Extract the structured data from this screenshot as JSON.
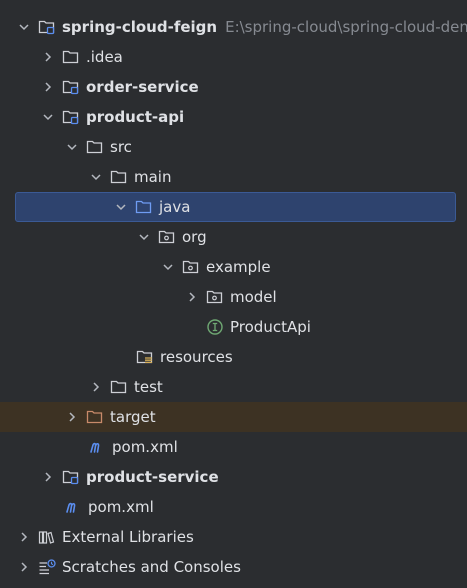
{
  "colors": {
    "background": "#2b2d30",
    "selection": "#2e436e",
    "excluded_row": "#3d3223",
    "text": "#dfe1e5",
    "secondary_text": "#868a91",
    "target_folder": "#c88a6a",
    "maven_icon": "#5b8ef0",
    "interface_icon": "#6fa873"
  },
  "tree": {
    "root": {
      "label": "spring-cloud-feign",
      "path": "E:\\spring-cloud\\spring-cloud-demo",
      "icon": "module-folder-icon"
    },
    "idea": {
      "label": ".idea",
      "icon": "folder-icon"
    },
    "order_service": {
      "label": "order-service",
      "icon": "module-folder-icon"
    },
    "product_api": {
      "label": "product-api",
      "icon": "module-folder-icon"
    },
    "src": {
      "label": "src",
      "icon": "folder-icon"
    },
    "main": {
      "label": "main",
      "icon": "folder-icon"
    },
    "java": {
      "label": "java",
      "icon": "source-folder-icon"
    },
    "org": {
      "label": "org",
      "icon": "package-icon"
    },
    "example": {
      "label": "example",
      "icon": "package-icon"
    },
    "model": {
      "label": "model",
      "icon": "package-icon"
    },
    "product_api_file": {
      "label": "ProductApi",
      "icon": "interface-icon"
    },
    "resources": {
      "label": "resources",
      "icon": "resources-folder-icon"
    },
    "test": {
      "label": "test",
      "icon": "folder-icon"
    },
    "target": {
      "label": "target",
      "icon": "excluded-folder-icon"
    },
    "pom_product_api": {
      "label": "pom.xml",
      "icon": "maven-icon"
    },
    "product_service": {
      "label": "product-service",
      "icon": "module-folder-icon"
    },
    "pom_root": {
      "label": "pom.xml",
      "icon": "maven-icon"
    },
    "external_libraries": {
      "label": "External Libraries",
      "icon": "libraries-icon"
    },
    "scratches": {
      "label": "Scratches and Consoles",
      "icon": "scratches-icon"
    }
  }
}
